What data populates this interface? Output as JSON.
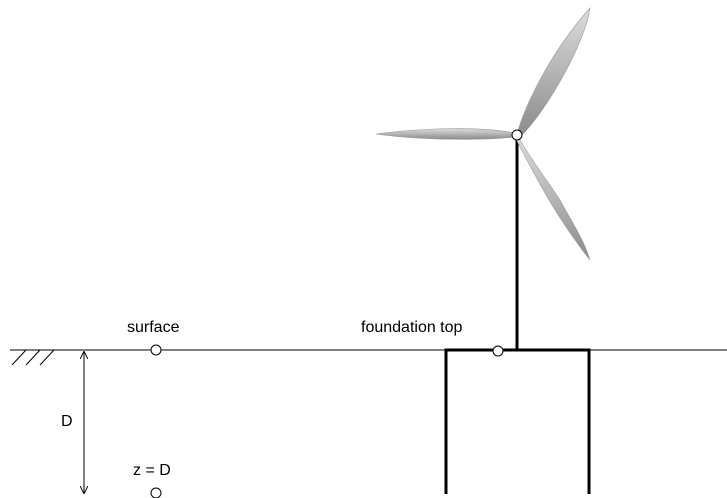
{
  "labels": {
    "surface": "surface",
    "foundation_top": "foundation top",
    "depth_symbol": "D",
    "depth_point": "z = D"
  },
  "colors": {
    "line": "#000000",
    "blade_dark": "#8a8a8a",
    "blade_light": "#dcdcdc",
    "node_fill": "#ffffff"
  }
}
